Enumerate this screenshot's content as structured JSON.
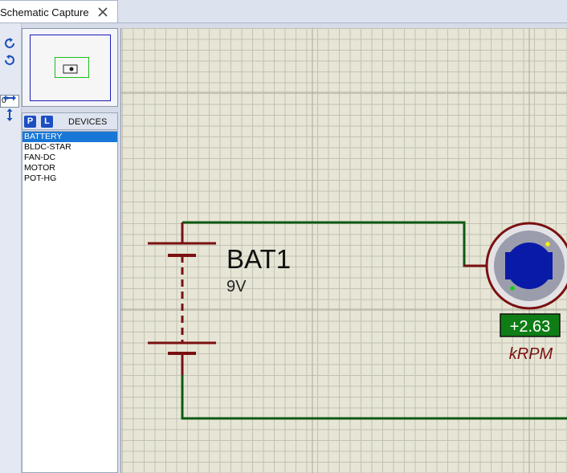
{
  "tab": {
    "label": "Schematic Capture"
  },
  "toolbar": {
    "angle_value": "0°"
  },
  "devices": {
    "p_label": "P",
    "l_label": "L",
    "title": "DEVICES",
    "items": [
      "BATTERY",
      "BLDC-STAR",
      "FAN-DC",
      "MOTOR",
      "POT-HG"
    ],
    "selected": "BATTERY"
  },
  "schematic": {
    "battery": {
      "ref": "BAT1",
      "value": "9V"
    },
    "motor": {
      "reading": "+2.63",
      "unit": "kRPM"
    }
  },
  "colors": {
    "wire": "#0d5a12",
    "component": "#7a1010",
    "selection": "#1877d6",
    "canvas": "#e7e5d5",
    "grid": "#c2c2b4",
    "readout_bg": "#0e7d16",
    "rotor": "#0a1aa8"
  }
}
